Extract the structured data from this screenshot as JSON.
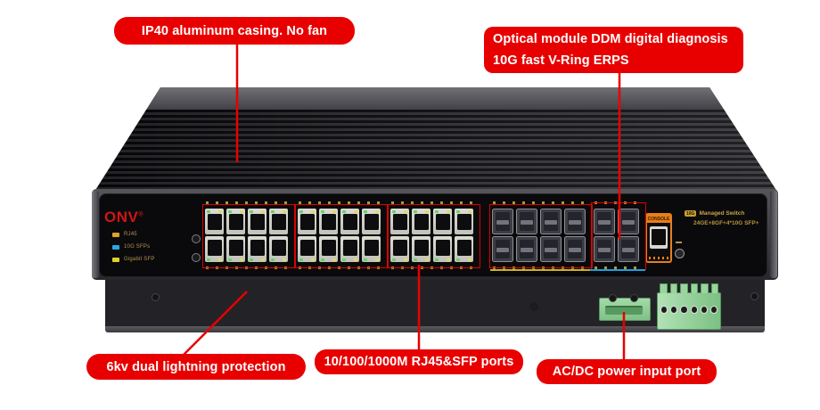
{
  "labels": {
    "top_left": "IP40 aluminum casing. No fan",
    "top_right_line1": "Optical module DDM digital diagnosis",
    "top_right_line2": "10G fast V-Ring ERPS",
    "bottom_left": "6kv dual lightning protection",
    "bottom_center": "10/100/1000M RJ45&SFP ports",
    "bottom_right": "AC/DC power input port"
  },
  "colors": {
    "annotation_red": "#e80000",
    "sfp10g_highlight_blue": "#1a9fe0",
    "gigabit_sfp_highlight_yellow": "#c3b32c",
    "brand_red": "#d01515",
    "console_orange": "#e87f18",
    "terminal_green": "#7fc287"
  },
  "device": {
    "brand": "ONV",
    "brand_mark": "®",
    "led_legend": [
      {
        "color": "#e0a22a",
        "label": "RJ45"
      },
      {
        "color": "#2aa7e0",
        "label": "10G SFPs"
      },
      {
        "color": "#e0d22a",
        "label": "Gigabit SFP"
      }
    ],
    "console_label": "CONSOLE",
    "panel_right_badge": "10G",
    "panel_right_line1": "Managed Switch",
    "panel_right_line2": "24GE+8GF+4*10G SFP+",
    "ports": {
      "rj45_groups": 3,
      "rj45_cols_per_group": 4,
      "rows": 2,
      "sfp_cols": 4,
      "sfp10g_cols": 2
    },
    "terminals": {
      "plug_screws": 2,
      "screw_terminal_pins": 6
    }
  }
}
